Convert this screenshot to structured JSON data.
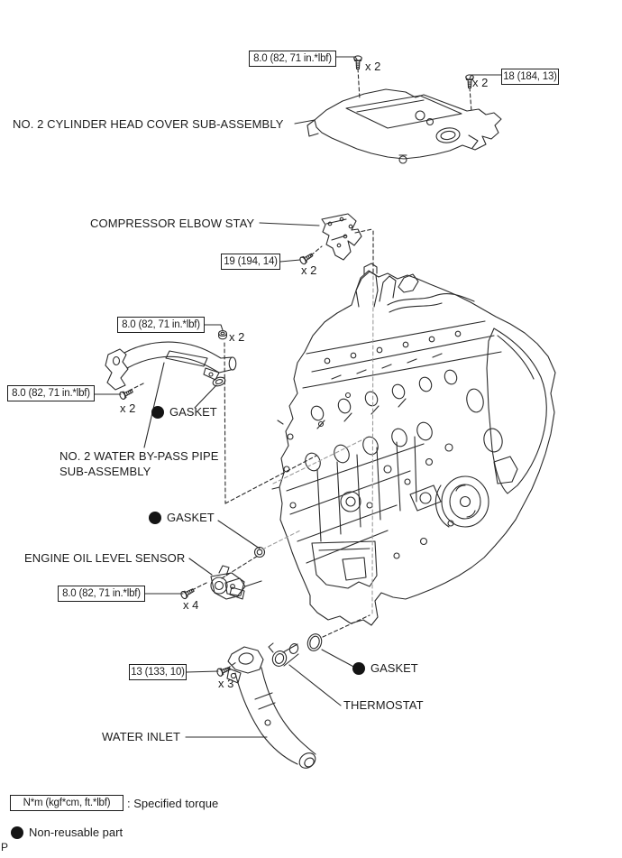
{
  "figure": {
    "corner_mark": "P",
    "labels": {
      "head_cover": "NO. 2 CYLINDER HEAD COVER SUB-ASSEMBLY",
      "elbow_stay": "COMPRESSOR ELBOW STAY",
      "bypass_pipe_l1": "NO. 2 WATER BY-PASS PIPE",
      "bypass_pipe_l2": "SUB-ASSEMBLY",
      "gasket": "GASKET",
      "oil_level_sensor": "ENGINE OIL LEVEL SENSOR",
      "thermostat": "THERMOSTAT",
      "water_inlet": "WATER INLET"
    },
    "torques": {
      "t8": "8.0 (82, 71 in.*lbf)",
      "t18": "18 (184, 13)",
      "t19": "19 (194, 14)",
      "t13": "13 (133, 10)",
      "x2": "x 2",
      "x3": "x 3",
      "x4": "x 4"
    },
    "legend": {
      "torque_symbol": "N*m (kgf*cm, ft.*lbf)",
      "torque_meaning": ": Specified torque",
      "non_reusable_label": "Non-reusable part"
    },
    "colors": {
      "line": "#2b2b2b",
      "hidden_line": "#9b9b9b",
      "background": "#ffffff"
    }
  }
}
